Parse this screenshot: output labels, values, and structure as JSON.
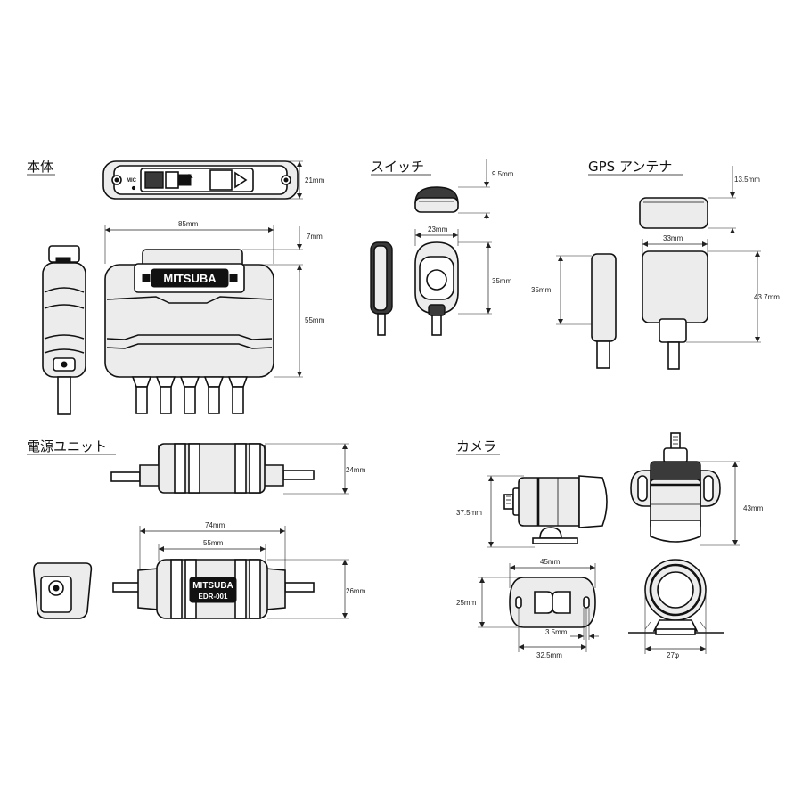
{
  "sections": {
    "main_unit": "本体",
    "switch": "スイッチ",
    "gps_antenna": "GPS アンテナ",
    "power_unit": "電源ユニット",
    "camera": "カメラ"
  },
  "labels": {
    "brand": "MITSUBA",
    "power_brand": "MITSUBA",
    "power_model": "EDR-001",
    "mic": "MIC"
  },
  "dims": {
    "main_top_height": "21mm",
    "main_width": "85mm",
    "main_tab_height": "7mm",
    "main_body_height": "55mm",
    "switch_height": "9.5mm",
    "switch_width": "23mm",
    "switch_depth_height": "35mm",
    "gps_height": "13.5mm",
    "gps_width": "33mm",
    "gps_side_height": "35mm",
    "gps_front_height": "43.7mm",
    "power_height": "24mm",
    "power_total_width": "74mm",
    "power_body_width": "55mm",
    "power_front_height": "26mm",
    "camera_side_height": "37.5mm",
    "camera_front_height": "43mm",
    "base_width": "45mm",
    "base_height": "25mm",
    "base_slot": "3.5mm",
    "base_hole_pitch": "32.5mm",
    "camera_diameter": "27φ"
  }
}
